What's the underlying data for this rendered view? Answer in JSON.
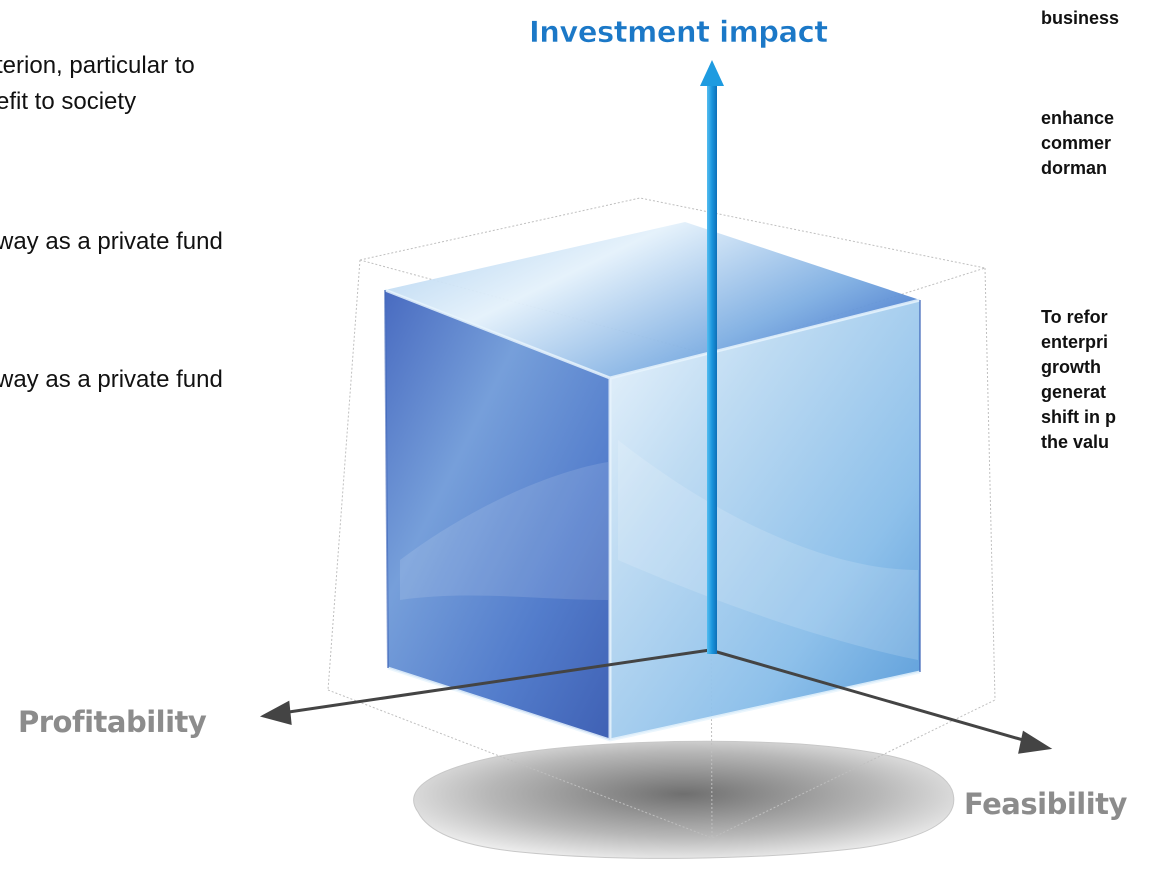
{
  "axes": {
    "vertical": {
      "label": "Investment impact",
      "color": "#1b78c7"
    },
    "left": {
      "label": "Profitability",
      "color": "#8c8c8c"
    },
    "right": {
      "label": "Feasibility",
      "color": "#8c8c8c"
    }
  },
  "left_text": {
    "lines": [
      "terion, particular to",
      "efit to society",
      "way as a private fund",
      "way as a private fund"
    ]
  },
  "right_text": {
    "block1": [
      "business",
      "enhance",
      "commer",
      "dorman"
    ],
    "block2": [
      "To refor",
      "enterpri",
      "growth",
      "generat",
      "shift in p",
      "the valu"
    ]
  },
  "colors": {
    "cube_light": "#cfe6f7",
    "cube_mid": "#7fb4e3",
    "cube_dark": "#3d6fc0",
    "arrow_blue": "#1e9be0",
    "axis_gray": "#444444"
  }
}
